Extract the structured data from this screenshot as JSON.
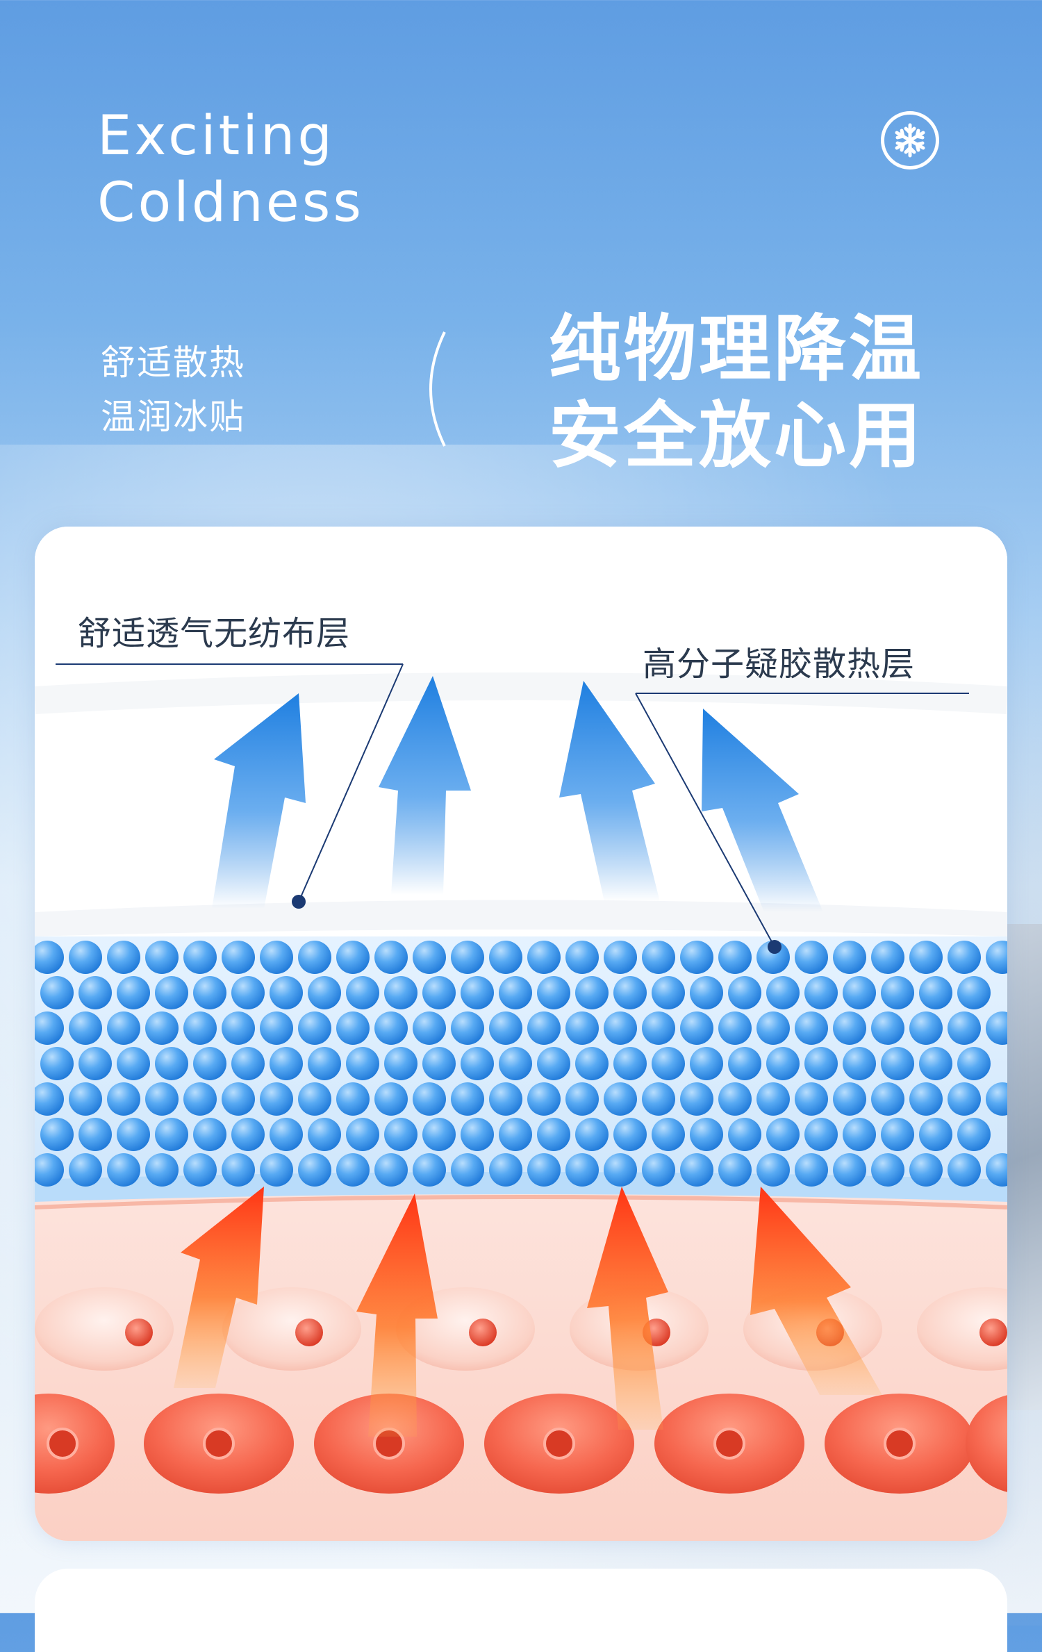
{
  "header": {
    "title_line1": "Exciting",
    "title_line2": "Coldness",
    "snowflake_icon": "snowflake-icon",
    "sub_line1": "舒适散热",
    "sub_line2": "温润冰贴",
    "headline_line1": "纯物理降温",
    "headline_line2": "安全放心用"
  },
  "diagram": {
    "layer_top_label": "舒适透气无纺布层",
    "layer_gel_label": "高分子疑胶散热层",
    "colors": {
      "cool_arrow": "#1f7fe0",
      "hot_arrow": "#ff4a1a",
      "gel_bead": "#3f9bf0",
      "skin_cell": "#f5614a"
    }
  }
}
